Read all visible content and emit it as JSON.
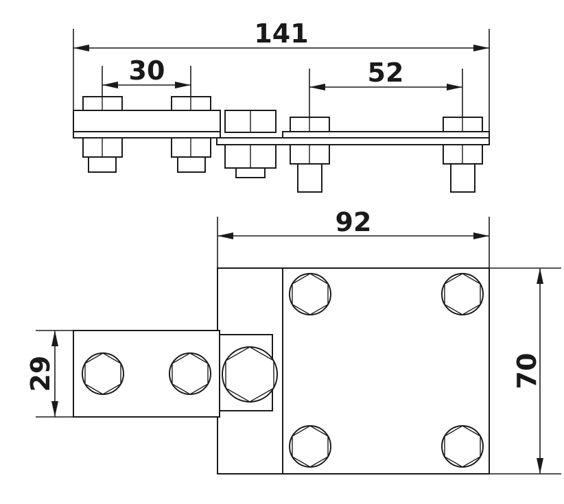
{
  "dimensions": {
    "overall_length": "141",
    "left_bolt_spacing": "30",
    "right_bolt_spacing": "52",
    "plate_width": "92",
    "plate_height": "70",
    "strip_width": "29"
  },
  "colors": {
    "line": "#1a1a1a",
    "background": "#ffffff"
  }
}
